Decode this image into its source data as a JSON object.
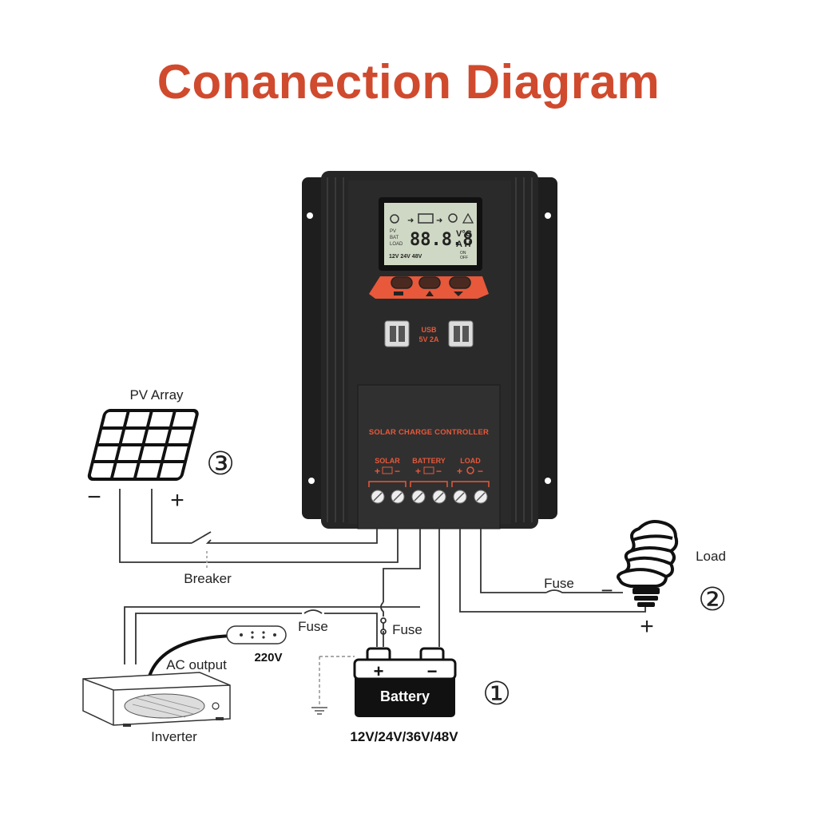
{
  "title": "Conanection Diagram",
  "colors": {
    "title": "#d04a2e",
    "accent": "#e8583a",
    "housing": "#222222",
    "lcd": "#cfd8c4"
  },
  "controller": {
    "lcd": {
      "row1": "PV",
      "row2": "BAT",
      "row3": "LOAD",
      "digits": "88.8.8",
      "unit_top": "V°C",
      "unit_bottom": "A H",
      "voltages": "12V 24V 48V",
      "on": "ON",
      "off": "OFF"
    },
    "usb_label_1": "USB",
    "usb_label_2": "5V 2A",
    "panel_label": "SOLAR CHARGE CONTROLLER",
    "terminals": {
      "solar": "SOLAR",
      "battery": "BATTERY",
      "load": "LOAD",
      "plus": "+",
      "minus": "−"
    }
  },
  "pv": {
    "label": "PV Array",
    "minus": "−",
    "plus": "+",
    "step": "③"
  },
  "breaker_label": "Breaker",
  "load": {
    "label": "Load",
    "step": "②",
    "minus": "−",
    "plus": "+",
    "fuse": "Fuse"
  },
  "battery": {
    "label": "Battery",
    "plus": "+",
    "minus": "−",
    "step": "①",
    "voltages": "12V/24V/36V/48V"
  },
  "inverter": {
    "label": "Inverter",
    "ac_output": "AC output",
    "voltage": "220V",
    "fuse": "Fuse"
  },
  "fuse_battery": "Fuse"
}
